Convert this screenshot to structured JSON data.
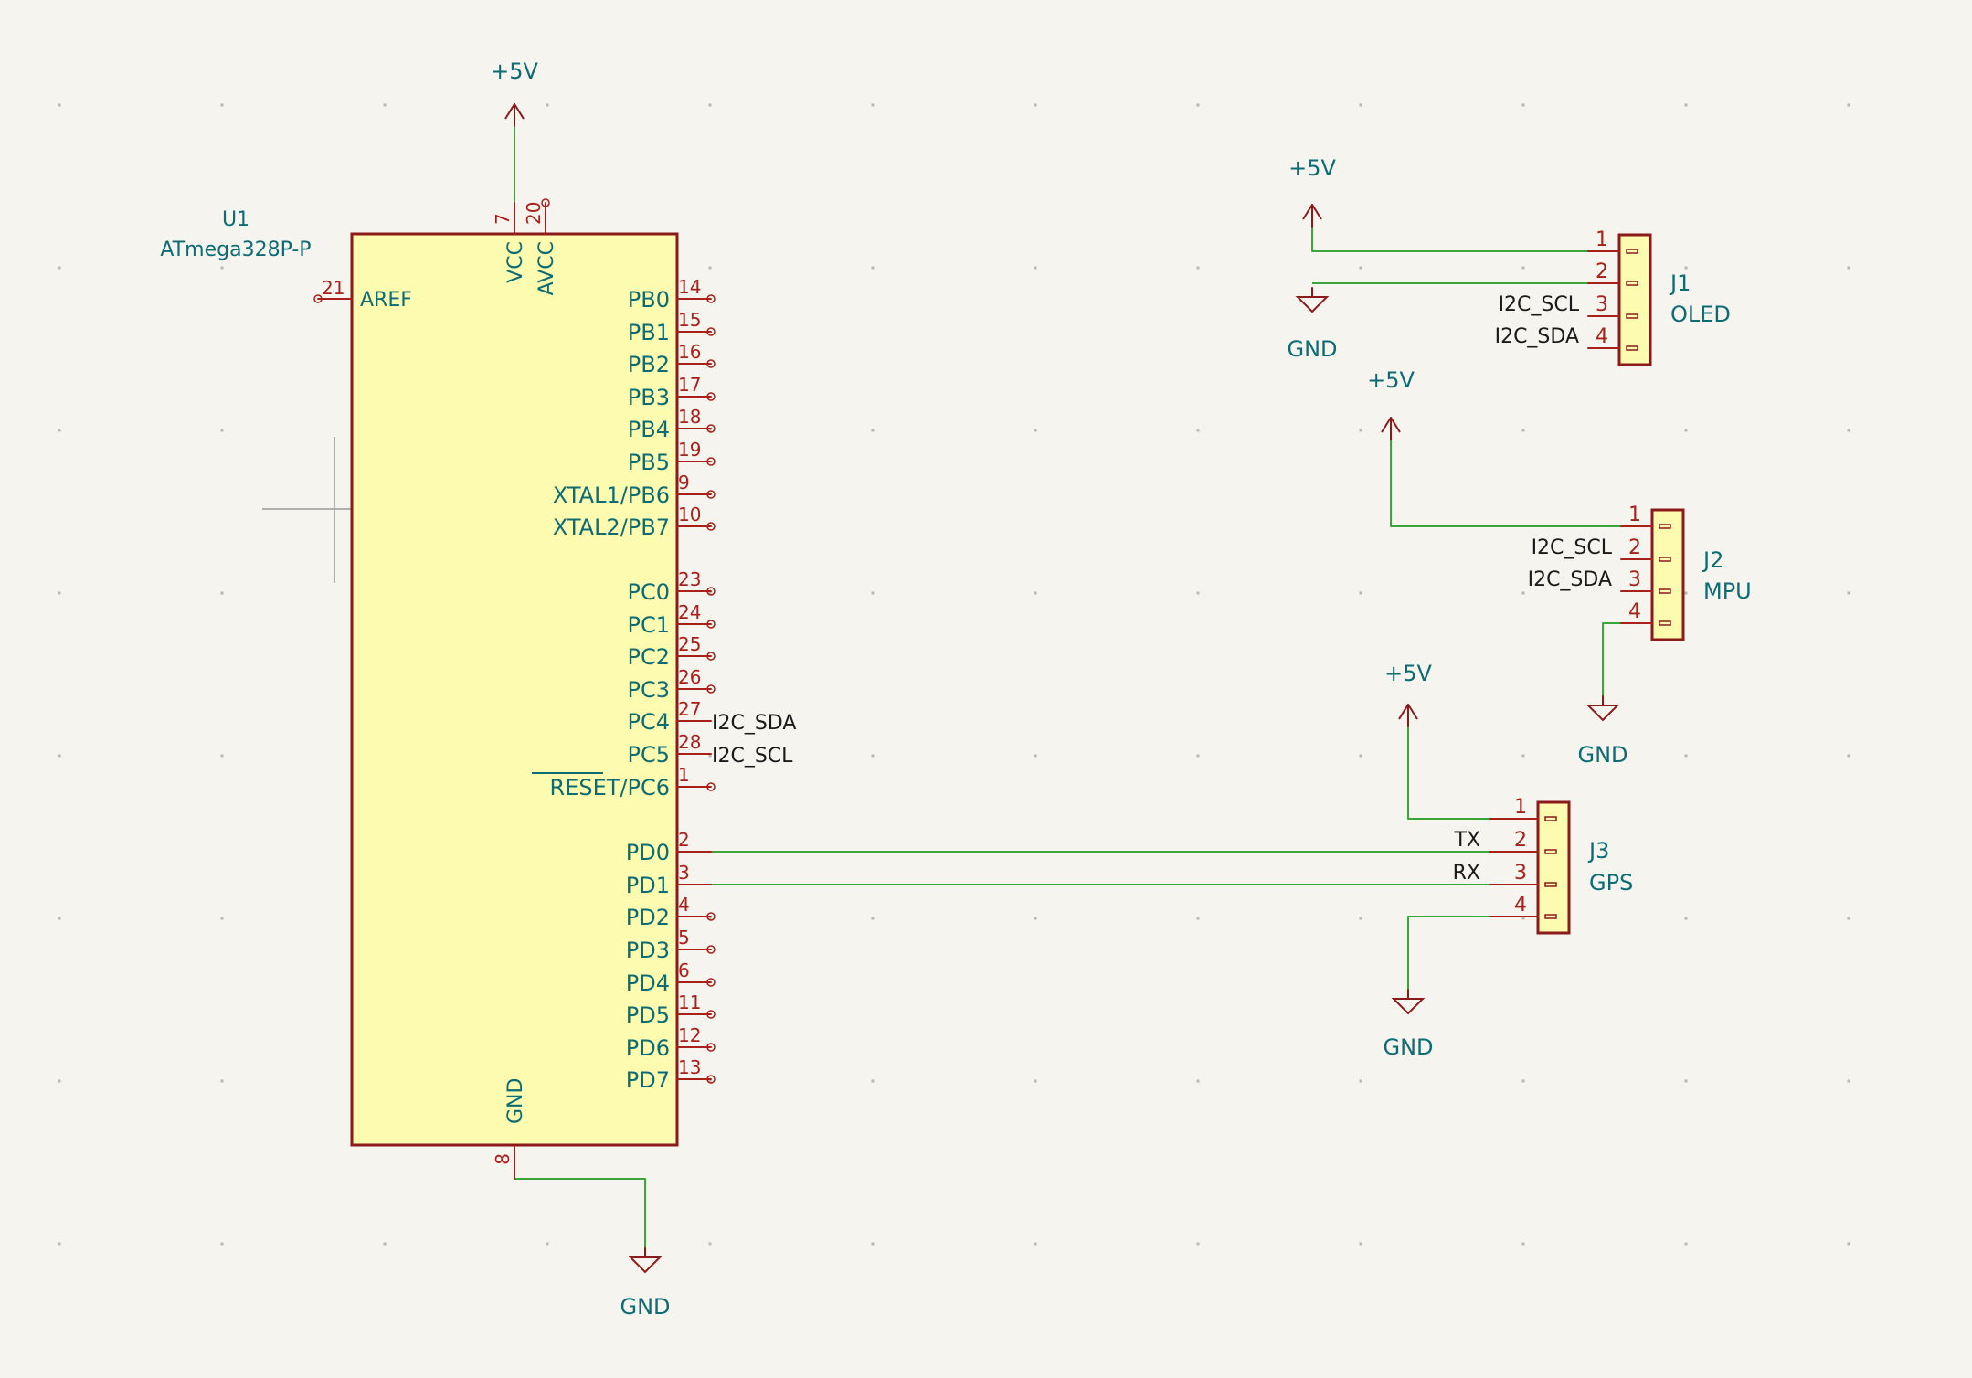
{
  "colors": {
    "background": "#f5f4ef",
    "wire": "#3aa63a",
    "body_outline": "#8b1a1a",
    "body_fill": "#fdfbb0",
    "pin": "#a8201a",
    "pin_number": "#a8201a",
    "label": "#0d6b73",
    "net_label": "#1a1a1a",
    "grid": "#b8b8b0"
  },
  "u1": {
    "ref": "U1",
    "value": "ATmega328P-P",
    "top_pins": [
      {
        "name": "VCC",
        "num": "7"
      },
      {
        "name": "AVCC",
        "num": "20"
      }
    ],
    "left_pin": {
      "name": "AREF",
      "num": "21"
    },
    "bottom_pin": {
      "name": "GND",
      "num": "8"
    },
    "right_pins": [
      {
        "name": "PB0",
        "num": "14"
      },
      {
        "name": "PB1",
        "num": "15"
      },
      {
        "name": "PB2",
        "num": "16"
      },
      {
        "name": "PB3",
        "num": "17"
      },
      {
        "name": "PB4",
        "num": "18"
      },
      {
        "name": "PB5",
        "num": "19"
      },
      {
        "name": "XTAL1/PB6",
        "num": "9"
      },
      {
        "name": "XTAL2/PB7",
        "num": "10"
      },
      {
        "name": "PC0",
        "num": "23"
      },
      {
        "name": "PC1",
        "num": "24"
      },
      {
        "name": "PC2",
        "num": "25"
      },
      {
        "name": "PC3",
        "num": "26"
      },
      {
        "name": "PC4",
        "num": "27",
        "net": "I2C_SDA"
      },
      {
        "name": "PC5",
        "num": "28",
        "net": "I2C_SCL"
      },
      {
        "name": "RESET/PC6",
        "num": "1",
        "overbar": "RESET"
      },
      {
        "name": "PD0",
        "num": "2"
      },
      {
        "name": "PD1",
        "num": "3"
      },
      {
        "name": "PD2",
        "num": "4"
      },
      {
        "name": "PD3",
        "num": "5"
      },
      {
        "name": "PD4",
        "num": "6"
      },
      {
        "name": "PD5",
        "num": "11"
      },
      {
        "name": "PD6",
        "num": "12"
      },
      {
        "name": "PD7",
        "num": "13"
      }
    ]
  },
  "power": {
    "vcc_label": "+5V",
    "gnd_label": "GND"
  },
  "connectors": [
    {
      "ref": "J1",
      "value": "OLED",
      "pins": [
        "1",
        "2",
        "3",
        "4"
      ],
      "nets": [
        "",
        "",
        "I2C_SCL",
        "I2C_SDA"
      ]
    },
    {
      "ref": "J2",
      "value": "MPU",
      "pins": [
        "1",
        "2",
        "3",
        "4"
      ],
      "nets": [
        "",
        "I2C_SCL",
        "I2C_SDA",
        ""
      ]
    },
    {
      "ref": "J3",
      "value": "GPS",
      "pins": [
        "1",
        "2",
        "3",
        "4"
      ],
      "nets": [
        "",
        "TX",
        "RX",
        ""
      ]
    }
  ]
}
